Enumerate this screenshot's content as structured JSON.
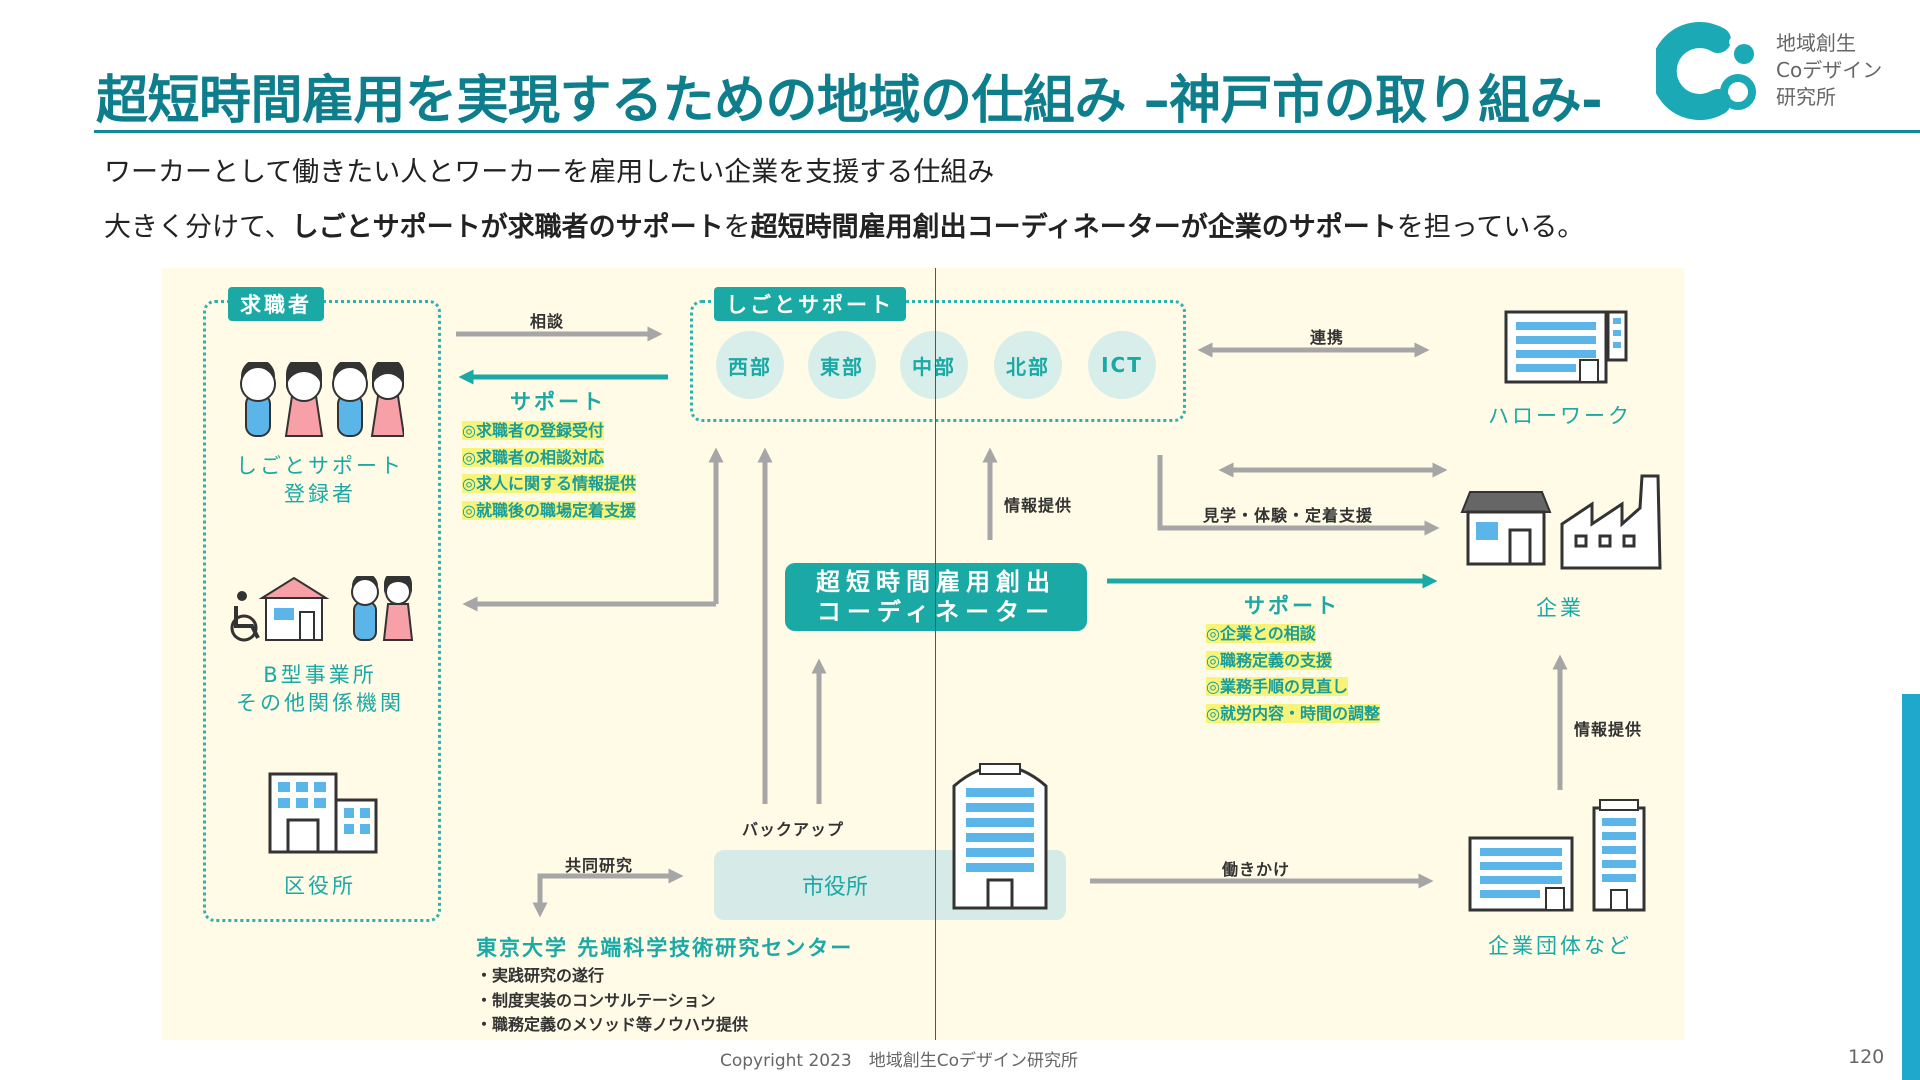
{
  "header": {
    "title": "超短時間雇用を実現するための地域の仕組み –神戸市の取り組み-",
    "logo_text": "地域創生\nCoデザイン\n研究所"
  },
  "intro": {
    "line1": "ワーカーとして働きたい人とワーカーを雇用したい企業を支援する仕組み",
    "line2": {
      "p1": "大きく分けて、",
      "b1": "しごとサポートが求職者のサポート",
      "p2": "を",
      "b2": "超短時間雇用創出コーディネーターが企業のサポート",
      "p3": "を担っている。"
    }
  },
  "diagram": {
    "job_seekers": {
      "tag": "求職者",
      "groups": [
        "しごとサポート\n登録者",
        "B型事業所\nその他関係機関",
        "区役所"
      ]
    },
    "shigoto_support": {
      "tag": "しごとサポート",
      "branches": [
        "西部",
        "東部",
        "中部",
        "北部",
        "ICT"
      ]
    },
    "arrows": {
      "consult": "相談",
      "support_left": "サポート",
      "info_center": "情報提供",
      "info_right": "情報提供",
      "backup": "バックアップ",
      "joint_research": "共同研究",
      "renkei": "連携",
      "visit_support": "見学・体験・定着支援",
      "support_right": "サポート",
      "approach": "働きかけ"
    },
    "seeker_support_items": [
      "◎求職者の登録受付",
      "◎求職者の相談対応",
      "◎求人に関する情報提供",
      "◎就職後の職場定着支援"
    ],
    "coordinator": "超短時間雇用創出\nコーディネーター",
    "company_support_items": [
      "◎企業との相談",
      "◎職務定義の支援",
      "◎業務手順の見直し",
      "◎就労内容・時間の調整"
    ],
    "city_hall": "市役所",
    "university": {
      "name": "東京大学 先端科学技術研究センター",
      "items": [
        "・実践研究の遂行",
        "・制度実装のコンサルテーション",
        "・職務定義のメソッド等ノウハウ提供"
      ]
    },
    "hello_work": "ハローワーク",
    "company": "企業",
    "business_groups": "企業団体など"
  },
  "footer": {
    "copyright": "Copyright 2023　地域創生Coデザイン研究所",
    "page": "120"
  },
  "colors": {
    "teal": "#1aa9a5",
    "title": "#0e7e8c",
    "panel": "#fffbe6",
    "arrow": "#a6a6a6",
    "highlight": "#f8f47a"
  }
}
